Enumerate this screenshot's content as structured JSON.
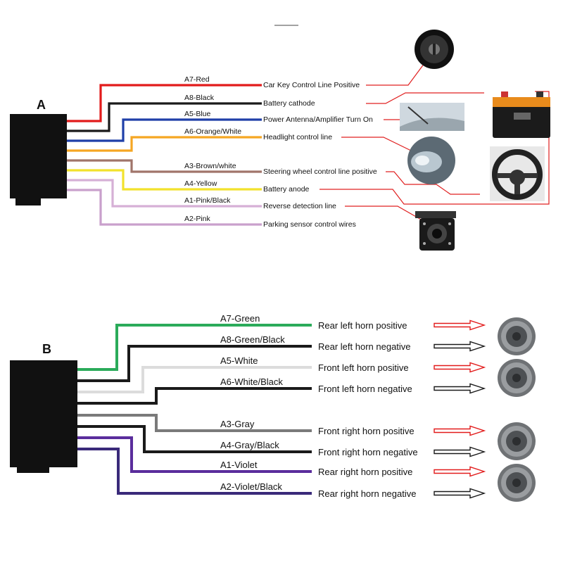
{
  "connector_a": {
    "title": "A",
    "wires": [
      {
        "pin": "A7",
        "color_name": "Red",
        "color": "#e21b1b",
        "function": "Car Key Control Line Positive"
      },
      {
        "pin": "A8",
        "color_name": "Black",
        "color": "#1a1a1a",
        "function": "Battery cathode"
      },
      {
        "pin": "A5",
        "color_name": "Blue",
        "color": "#1f3fa8",
        "function": "Power Antenna/Amplifier Turn On"
      },
      {
        "pin": "A6",
        "color_name": "Orange/White",
        "color": "#f5a623",
        "function": "Headlight control line"
      },
      {
        "pin": "A3",
        "color_name": "Brown/white",
        "color": "#a0756a",
        "function": "Steering wheel control line positive"
      },
      {
        "pin": "A4",
        "color_name": "Yellow",
        "color": "#f2e22c",
        "function": "Battery anode"
      },
      {
        "pin": "A1",
        "color_name": "Pink/Black",
        "color": "#d6b0d6",
        "function": "Reverse detection line"
      },
      {
        "pin": "A2",
        "color_name": "Pink",
        "color": "#c9a0cc",
        "function": "Parking sensor control wires"
      }
    ],
    "devices": [
      "ignition-key",
      "car-battery",
      "power-antenna",
      "headlight",
      "steering-wheel",
      "reverse-camera"
    ]
  },
  "connector_b": {
    "title": "B",
    "wires": [
      {
        "pin": "A7",
        "color_name": "Green",
        "color": "#2bab5a",
        "function": "Rear left horn positive",
        "polarity": "positive"
      },
      {
        "pin": "A8",
        "color_name": "Green/Black",
        "color": "#1a1a1a",
        "function": "Rear left horn negative",
        "polarity": "negative"
      },
      {
        "pin": "A5",
        "color_name": "White",
        "color": "#dcdcdc",
        "function": "Front left horn positive",
        "polarity": "positive"
      },
      {
        "pin": "A6",
        "color_name": "White/Black",
        "color": "#1a1a1a",
        "function": "Front left horn negative",
        "polarity": "negative"
      },
      {
        "pin": "A3",
        "color_name": "Gray",
        "color": "#7a7a7a",
        "function": "Front right horn positive",
        "polarity": "positive"
      },
      {
        "pin": "A4",
        "color_name": "Gray/Black",
        "color": "#1a1a1a",
        "function": "Front right horn negative",
        "polarity": "negative"
      },
      {
        "pin": "A1",
        "color_name": "Violet",
        "color": "#5a2d9c",
        "function": "Rear right horn positive",
        "polarity": "positive"
      },
      {
        "pin": "A2",
        "color_name": "Violet/Black",
        "color": "#3a2a7a",
        "function": "Rear right horn negative",
        "polarity": "negative"
      }
    ],
    "colors": {
      "positive_arrow": "#e21b1b",
      "negative_arrow": "#1a1a1a"
    }
  }
}
